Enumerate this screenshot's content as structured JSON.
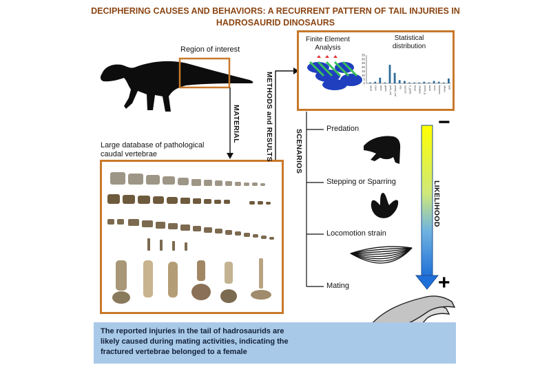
{
  "title": {
    "line1": "DECIPHERING CAUSES AND BEHAVIORS: A RECURRENT PATTERN OF TAIL INJURIES IN",
    "line2": "HADROSAURID DINOSAURS"
  },
  "labels": {
    "region_of_interest": "Region of interest",
    "material": "MATERIAL",
    "methods_results": "METHODS and RESULTS",
    "database_line1": "Large database of pathological",
    "database_line2": "caudal vertebrae",
    "fe_line1": "Finite Element",
    "fe_line2": "Analysis",
    "stat_line1": "Statistical",
    "stat_line2": "distribution",
    "scenarios": "SCENARIOS",
    "likelihood": "LIKELIHOOD",
    "minus": "−",
    "plus": "+"
  },
  "scenarios": [
    {
      "label": "Predation"
    },
    {
      "label": "Stepping or Sparring"
    },
    {
      "label": "Locomotion strain"
    },
    {
      "label": "Mating"
    }
  ],
  "conclusion": {
    "line1": "The reported injuries in the tail of hadrosaurids are",
    "line2": "likely caused during mating activities, indicating the",
    "line3": "fractured vertebrae belonged to a female"
  },
  "chart_data": {
    "type": "bar",
    "title": "",
    "ylim": [
      0,
      35
    ],
    "yticks": [
      "35",
      "30",
      "25",
      "20",
      "15",
      "10",
      "5",
      "0"
    ],
    "categories": [
      "adult",
      "cave",
      "dens",
      "grass",
      "pela_crd",
      "pelad_crd",
      "ribs",
      "sacrum",
      "d_globe",
      "tonal",
      "shallow",
      "pelvis_g",
      "tonal",
      "semi",
      "tendons",
      "others",
      "tails"
    ],
    "values": [
      1,
      2,
      7,
      1,
      23,
      13,
      4,
      3,
      1,
      1,
      1,
      2,
      1,
      3,
      2,
      1,
      6
    ]
  },
  "colors": {
    "title": "#8b4513",
    "panel_border": "#c8782a",
    "conclusion_bg": "#a9c9e8",
    "bar": "#2f6b99",
    "gradient_top": "#ffff00",
    "gradient_bottom": "#1e6fd8"
  }
}
